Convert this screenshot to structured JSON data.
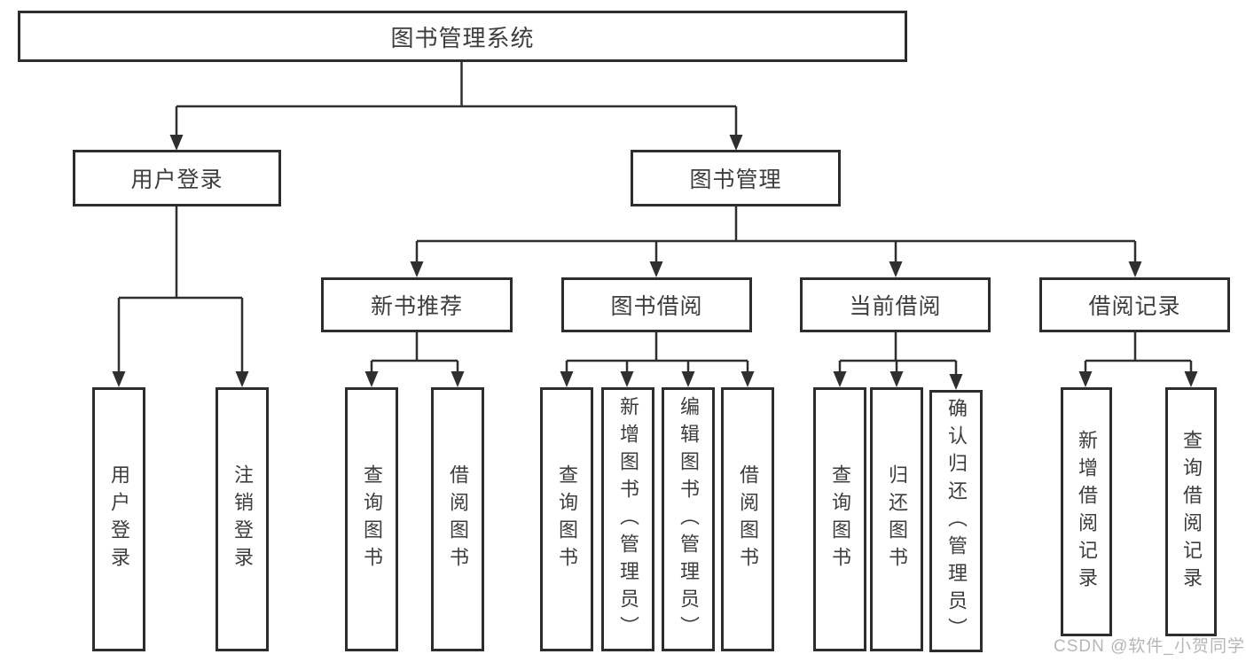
{
  "tree": {
    "label": "图书管理系统",
    "children": [
      {
        "label": "用户登录",
        "children": [
          {
            "label": "用户登录"
          },
          {
            "label": "注销登录"
          }
        ]
      },
      {
        "label": "图书管理",
        "children": [
          {
            "label": "新书推荐",
            "children": [
              {
                "label": "查询图书"
              },
              {
                "label": "借阅图书"
              }
            ]
          },
          {
            "label": "图书借阅",
            "children": [
              {
                "label": "查询图书"
              },
              {
                "label": "新增图书（管理员）"
              },
              {
                "label": "编辑图书（管理员）"
              },
              {
                "label": "借阅图书"
              }
            ]
          },
          {
            "label": "当前借阅",
            "children": [
              {
                "label": "查询图书"
              },
              {
                "label": "归还图书"
              },
              {
                "label": "确认归还（管理员）"
              }
            ]
          },
          {
            "label": "借阅记录",
            "children": [
              {
                "label": "新增借阅记录"
              },
              {
                "label": "查询借阅记录"
              }
            ]
          }
        ]
      }
    ]
  },
  "watermark": "CSDN @软件_小贺同学",
  "colors": {
    "line": "#2f2f2f",
    "box_border": "#2d2d2d",
    "text": "#3d3d3d",
    "watermark": "#b6b6b6",
    "background": "#ffffff"
  }
}
